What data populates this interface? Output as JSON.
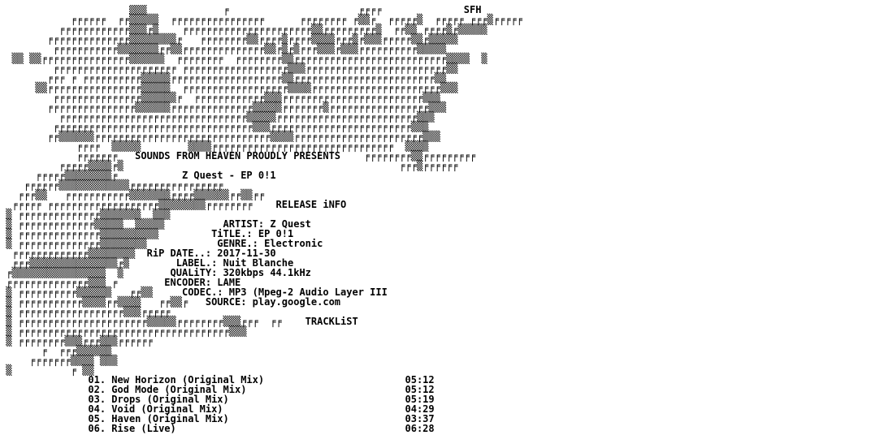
{
  "lines": [
    "                      ▒▒▒             ╒                      ╒╒╒╒              SFH",
    "            ╒╒╒╒╒╒  ╒╒▒▒▒▒▒  ╒╒╒╒╒╒╒╒╒╒╒╒╒╒╒╒      ╒╒╒╒╒╒╒╒ ╒▒▒╒  ╒╒╒╒╒▒  ╒╒╒╒╒ ╒╒╒▒╒╒╒╒╒",
    "          ╒╒╒╒╒╒╒╒╒╒╒╒▒▒▒╒▒    ╒╒╒╒╒╒╒╒╒╒╒╒╒╒╒╒╒╒╒╒╒╒▒▒╒╒╒╒╒╒╒╒╒▒  ╒╒▒▒ ╒╒╒╒▒╒▒▒▒▒▒",
    "        ╒╒╒╒╒╒╒╒╒╒╒╒╒╒▒▒▒▒▒▒▒▒╒   ╒╒╒╒╒╒╒╒▒▒╒╒╒╒▒╒╒╒╒▒▒▒▒╒╒╒▒╒▒▒▒╒╒╒╒╒▒▒╒▒▒▒▒▒",
    "         ╒╒╒╒╒╒╒╒╒╒╒▒▒▒▒▒▒▒╒╒▒▒╒╒╒╒╒╒╒╒╒╒╒╒╒╒▒▒╒▒╒▒╒╒╒▒▒▒╒▒▒▒╒╒╒╒╒╒╒╒╒╒▒▒▒▒▒",
    "  ▒▒ ▒▒╒╒╒╒╒╒╒╒╒╒╒╒╒╒╒▒▒▒▒▒▒  ╒╒╒╒╒╒╒╒  ╒╒╒╒╒╒╒╒▒▒╒╒╒╒╒╒╒╒╒╒╒╒╒╒╒╒╒╒╒╒╒╒╒╒╒╒▒▒▒▒  ▒",
    "         ╒╒╒╒╒╒╒╒╒╒╒╒╒╒╒╒╒╒╒╒╒ ╒╒╒╒╒╒╒╒╒╒╒╒╒╒╒╒╒╒▒▒▒╒╒╒╒╒╒╒╒╒╒╒╒╒╒╒╒╒╒╒╒╒╒╒╒▒▒",
    "        ╒╒╒ ╒ ╒╒╒╒╒╒╒╒╒╒▒▒▒▒▒╒╒╒╒╒╒╒╒╒╒╒╒╒╒╒╒╒╒╒▒▒╒╒╒╒╒╒╒╒╒╒╒╒╒╒╒╒╒╒╒╒╒╒╒╒▒▒",
    "      ▒▒╒╒╒╒╒╒╒╒╒╒╒╒╒╒╒╒▒▒▒▒▒  ╒╒╒╒╒╒╒╒╒╒╒╒╒╒╒╒╒╒▒▒▒▒╒╒╒╒╒╒╒╒╒╒╒╒╒╒╒╒╒╒╒╒╒╒▒▒▒",
    "         ╒╒╒╒╒╒╒╒╒╒╒╒╒╒╒▒▒▒▒▒▒╒  ╒╒╒╒╒╒╒╒╒╒╒╒▒▒▒╒╒╒╒╒╒╒╒╒╒╒╒╒╒╒╒╒╒╒╒╒╒╒╒▒▒▒",
    "        ╒╒╒╒╒╒╒╒╒╒╒╒╒╒╒▒▒▒▒▒▒╒╒╒╒╒╒╒╒╒╒╒╒╒╒▒▒▒▒▒╒╒╒╒╒╒╒▒╒╒╒╒╒╒╒╒╒╒╒╒╒╒╒╒╒▒▒▒",
    "          ╒╒╒╒╒╒╒╒╒╒╒╒╒╒╒╒╒╒╒╒╒╒╒╒╒╒╒╒╒╒╒╒▒▒▒▒▒╒╒╒╒╒╒╒╒╒╒╒╒╒╒╒╒╒╒╒╒╒╒╒╒▒▒▒",
    "         ╒╒╒╒╒╒╒╒╒╒╒╒╒╒╒╒╒╒╒╒╒╒╒╒╒╒╒╒╒╒╒╒╒╒▒▒▒╒╒╒╒╒╒╒╒╒╒╒╒╒╒╒╒╒╒╒╒╒╒╒╒▒▒▒",
    "        ╒╒▒▒▒▒▒▒╒╒╒╒╒╒╒╒╒╒╒╒╒╒╒╒╒╒╒╒╒╒╒╒╒╒╒╒╒╒▒▒▒▒╒╒╒╒╒╒╒╒╒╒╒╒╒╒╒╒╒╒╒╒╒╒▒▒▒",
    "             ╒╒╒╒  ▒▒▒▒▒        ▒▒▒▒╒╒╒╒╒╒╒╒╒╒╒╒╒╒╒╒╒╒╒╒╒╒╒╒╒╒╒╒╒╒╒  ▒▒▒▒",
    "             ╒╒╒╒╒╒╒   SOUNDS FROM HEAVEN PROUDLY PRESENTS    ╒╒╒╒╒╒╒╒▒▒╒╒╒╒╒╒╒╒╒",
    "          ╒╒╒╒╒▒▒▒▒╒▒                                               ╒╒╒▒╒╒╒╒╒╒",
    "      ╒╒╒╒╒▒▒▒▒▒▒▒▒╒           Z Quest - EP 0!1",
    "    ╒╒╒╒╒╒▒▒▒▒▒▒▒▒▒▒▒▒╒╒╒╒╒╒╒╒╒╒╒╒╒╒╒╒",
    "   ╒╒╒▒▒   ╒╒╒╒╒╒╒╒╒╒╒▒▒▒▒▒▒▒╒╒╒╒▒▒▒▒▒▒╒╒▒▒╒╒",
    "  ╒╒╒╒╒ ╒╒╒╒╒╒╒╒╒╒╒╒╒╒╒╒╒╒╒▒▒▒▒▒▒▒▒╒╒╒╒╒╒╒╒    RELEASE iNFO",
    " ▒ ╒╒╒╒╒╒╒╒╒╒╒╒╒╒▒▒▒▒▒▒▒  ▒▒▒",
    " ▒ ╒╒╒╒╒╒╒╒╒╒╒╒╒▒▒▒▒▒  ▒▒▒▒▒          ARTIST: Z Quest",
    " ▒ ╒╒╒╒╒╒╒╒╒╒╒╒╒╒▒▒▒▒▒▒▒▒▒▒         TiTLE.: EP 0!1",
    " ▒ ╒╒╒╒╒╒╒╒╒╒╒╒╒╒▒▒▒▒▒▒▒▒            GENRE.: Electronic",
    "  ╒╒╒╒╒╒╒╒╒╒╒╒╒▒▒▒▒▒▒▒▒  RiP DATE..: 2017-11-30",
    "  ╒╒╒▒▒▒▒▒▒▒▒▒▒▒▒▒▒▒╒▒        LABEL.: Nuit Blanche",
    " ╒▒▒▒▒▒▒▒▒▒▒▒▒▒▒▒▒  ▒        QUALiTY: 320kbps 44.1kHz",
    " ╒╒╒╒╒╒╒╒╒╒╒╒╒╒▒▒▒ ╒        ENCODER: LAME",
    " ▒ ╒╒╒╒╒╒╒╒╒╒▒▒▒▒▒▒   ╒╒▒▒     CODEC.: MP3 (Mpeg-2 Audio Layer III",
    " ▒ ╒╒╒╒╒╒╒╒╒╒╒▒▒▒▒╒╒▒▒▒▒   ╒╒▒▒╒   SOURCE: play.google.com",
    " ▒ ╒╒╒╒╒╒╒╒╒╒╒╒╒╒╒╒╒╒▒▒▒╒╒╒╒╒",
    " ▒ ╒╒╒╒╒╒╒╒╒╒╒╒╒╒╒╒╒╒╒╒╒╒▒▒▒▒▒╒╒╒╒╒╒╒╒▒▒▒╒╒╒  ╒╒    TRACKLiST",
    " ▒ ╒╒╒╒╒╒╒╒╒╒╒╒╒╒╒╒╒╒╒╒╒╒╒╒╒╒╒╒╒╒╒╒╒╒╒╒▒▒▒",
    " ▒ ╒╒╒╒╒╒╒╒▒▒▒╒╒╒▒▒▒╒╒╒╒╒╒",
    "       ╒  ╒╒╒▒▒▒▒▒▒",
    "     ╒╒╒╒╒╒╒▒▒▒▒ ▒▒▒",
    " ▒          ╒ ▒▒",
    "               01. New Horizon (Original Mix)                        05:12",
    "               02. God Mode (Original Mix)                           05:12",
    "               03. Drops (Original Mix)                              05:19",
    "               04. Void (Original Mix)                               04:29",
    "               05. Haven (Original Mix)                              03:37",
    "               06. Rise (Live)                                       06:28"
  ]
}
